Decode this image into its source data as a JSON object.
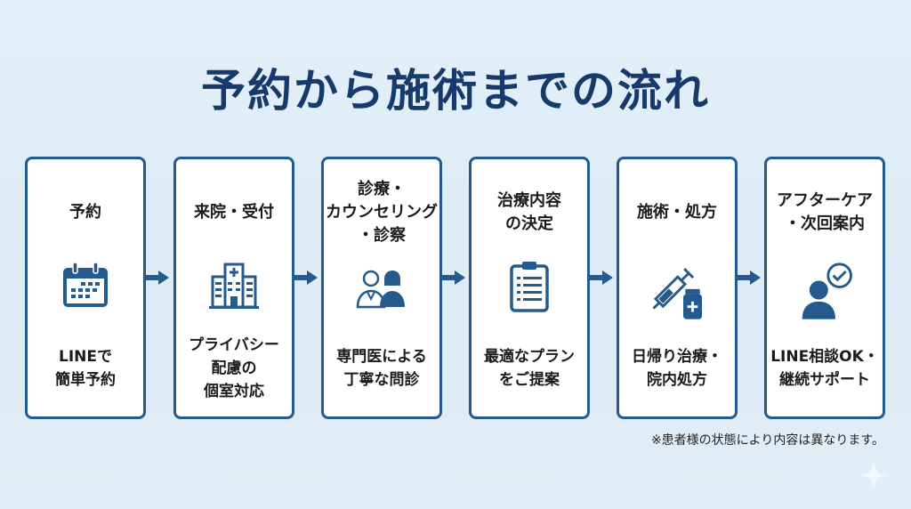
{
  "title": "予約から施術までの流れ",
  "steps": [
    {
      "heading": "予約",
      "icon": "calendar-icon",
      "description": "LINEで\n簡単予約"
    },
    {
      "heading": "来院・受付",
      "icon": "hospital-icon",
      "description": "プライバシー\n配慮の\n個室対応"
    },
    {
      "heading": "診療・\nカウンセリング\n・診察",
      "icon": "doctor-patient-icon",
      "description": "専門医による\n丁寧な問診"
    },
    {
      "heading": "治療内容\nの決定",
      "icon": "clipboard-icon",
      "description": "最適なプラン\nをご提案"
    },
    {
      "heading": "施術・処方",
      "icon": "syringe-medicine-icon",
      "description": "日帰り治療・\n院内処方"
    },
    {
      "heading": "アフターケア\n・次回案内",
      "icon": "support-chat-icon",
      "description": "LINE相談OK・\n継続サポート"
    }
  ],
  "note": "※患者様の状態により内容は異なります。",
  "colors": {
    "title": "#163a6b",
    "accent": "#255a8c",
    "background": "#e3eff8"
  }
}
